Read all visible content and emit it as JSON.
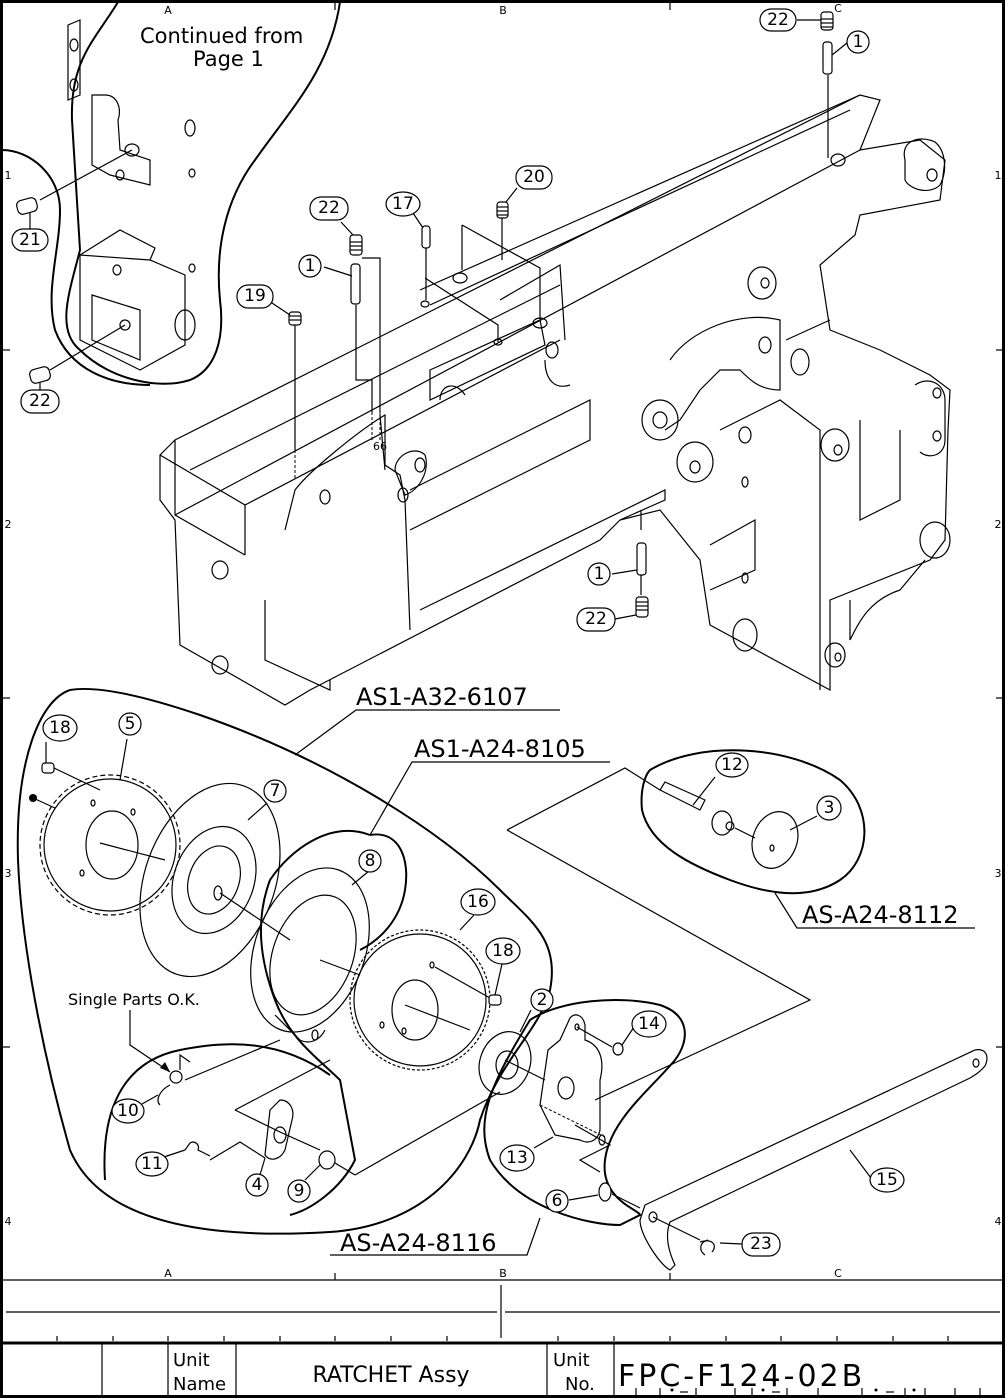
{
  "drawing": {
    "note_continued_line1": "Continued from",
    "note_continued_line2": "Page 1",
    "note_single_parts": "Single Parts O.K.",
    "grid": {
      "columns": [
        "A",
        "B",
        "C"
      ],
      "rows": [
        "1",
        "2",
        "3",
        "4"
      ]
    },
    "assemblies": [
      {
        "id": "asm1",
        "label": "AS1-A32-6107"
      },
      {
        "id": "asm2",
        "label": "AS1-A24-8105"
      },
      {
        "id": "asm3",
        "label": "AS-A24-8112"
      },
      {
        "id": "asm4",
        "label": "AS-A24-8116"
      }
    ],
    "callouts": [
      {
        "id": "c22a",
        "label": "22"
      },
      {
        "id": "c1a",
        "label": "1"
      },
      {
        "id": "c21",
        "label": "21"
      },
      {
        "id": "c22b",
        "label": "22"
      },
      {
        "id": "c22c",
        "label": "22"
      },
      {
        "id": "c1b",
        "label": "1"
      },
      {
        "id": "c17",
        "label": "17"
      },
      {
        "id": "c20",
        "label": "20"
      },
      {
        "id": "c19",
        "label": "19"
      },
      {
        "id": "c1c",
        "label": "1"
      },
      {
        "id": "c22d",
        "label": "22"
      },
      {
        "id": "c18a",
        "label": "18"
      },
      {
        "id": "c5",
        "label": "5"
      },
      {
        "id": "c7",
        "label": "7"
      },
      {
        "id": "c8",
        "label": "8"
      },
      {
        "id": "c16",
        "label": "16"
      },
      {
        "id": "c18b",
        "label": "18"
      },
      {
        "id": "c12",
        "label": "12"
      },
      {
        "id": "c3",
        "label": "3"
      },
      {
        "id": "c2",
        "label": "2"
      },
      {
        "id": "c14",
        "label": "14"
      },
      {
        "id": "c10",
        "label": "10"
      },
      {
        "id": "c11",
        "label": "11"
      },
      {
        "id": "c4",
        "label": "4"
      },
      {
        "id": "c9",
        "label": "9"
      },
      {
        "id": "c13",
        "label": "13"
      },
      {
        "id": "c6",
        "label": "6"
      },
      {
        "id": "c15",
        "label": "15"
      },
      {
        "id": "c23",
        "label": "23"
      }
    ]
  },
  "title_block": {
    "unit_name_label_line1": "Unit",
    "unit_name_label_line2": "Name",
    "unit_name": "RATCHET Assy",
    "unit_no_label_line1": "Unit",
    "unit_no_label_line2": "No.",
    "unit_no": "FPC-F124-02B"
  }
}
